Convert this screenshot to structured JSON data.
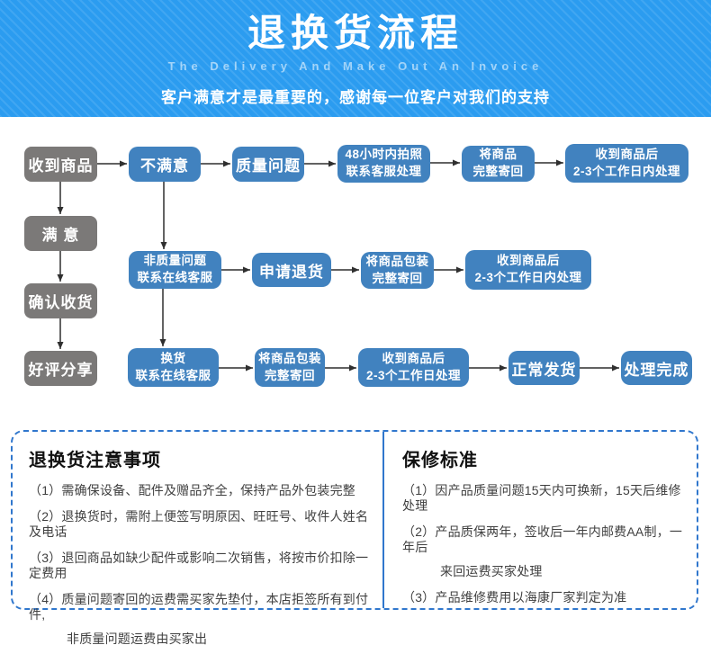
{
  "header": {
    "title": "退换货流程",
    "subtitle": "The Delivery And Make Out An Invoice",
    "tagline": "客户满意才是最重要的，感谢每一位客户对我们的支持"
  },
  "flow": {
    "nodes": [
      {
        "label": "收到商品"
      },
      {
        "label": "不满意"
      },
      {
        "label": "质量问题"
      },
      {
        "label": "48小时内拍照\n联系客服处理"
      },
      {
        "label": "将商品\n完整寄回"
      },
      {
        "label": "收到商品后\n2-3个工作日内处理"
      },
      {
        "label": "满 意"
      },
      {
        "label": "确认收货"
      },
      {
        "label": "好评分享"
      },
      {
        "label": "非质量问题\n联系在线客服"
      },
      {
        "label": "申请退货"
      },
      {
        "label": "将商品包装\n完整寄回"
      },
      {
        "label": "收到商品后\n2-3个工作日内处理"
      },
      {
        "label": "换货\n联系在线客服"
      },
      {
        "label": "将商品包装\n完整寄回"
      },
      {
        "label": "收到商品后\n2-3个工作日处理"
      },
      {
        "label": "正常发货"
      },
      {
        "label": "处理完成"
      }
    ]
  },
  "notes": {
    "title": "退换货注意事项",
    "lines": [
      "（1）需确保设备、配件及赠品齐全，保持产品外包装完整",
      "（2）退换货时，需附上便签写明原因、旺旺号、收件人姓名及电话",
      "（3）退回商品如缺少配件或影响二次销售，将按市价扣除一定费用",
      "（4）质量问题寄回的运费需买家先垫付，本店拒签所有到付件,",
      "非质量问题运费由买家出"
    ]
  },
  "warranty": {
    "title": "保修标准",
    "lines": [
      "（1）因产品质量问题15天内可换新，15天后维修处理",
      "（2）产品质保两年，签收后一年内邮费AA制，一年后",
      "来回运费买家处理",
      "（3）产品维修费用以海康厂家判定为准"
    ]
  },
  "colors": {
    "header_blue": "#2b9cf0",
    "node_blue": "#4182bf",
    "node_gray": "#7b7978",
    "panel_border": "#3077cd",
    "arrow": "#2f2f2f"
  }
}
